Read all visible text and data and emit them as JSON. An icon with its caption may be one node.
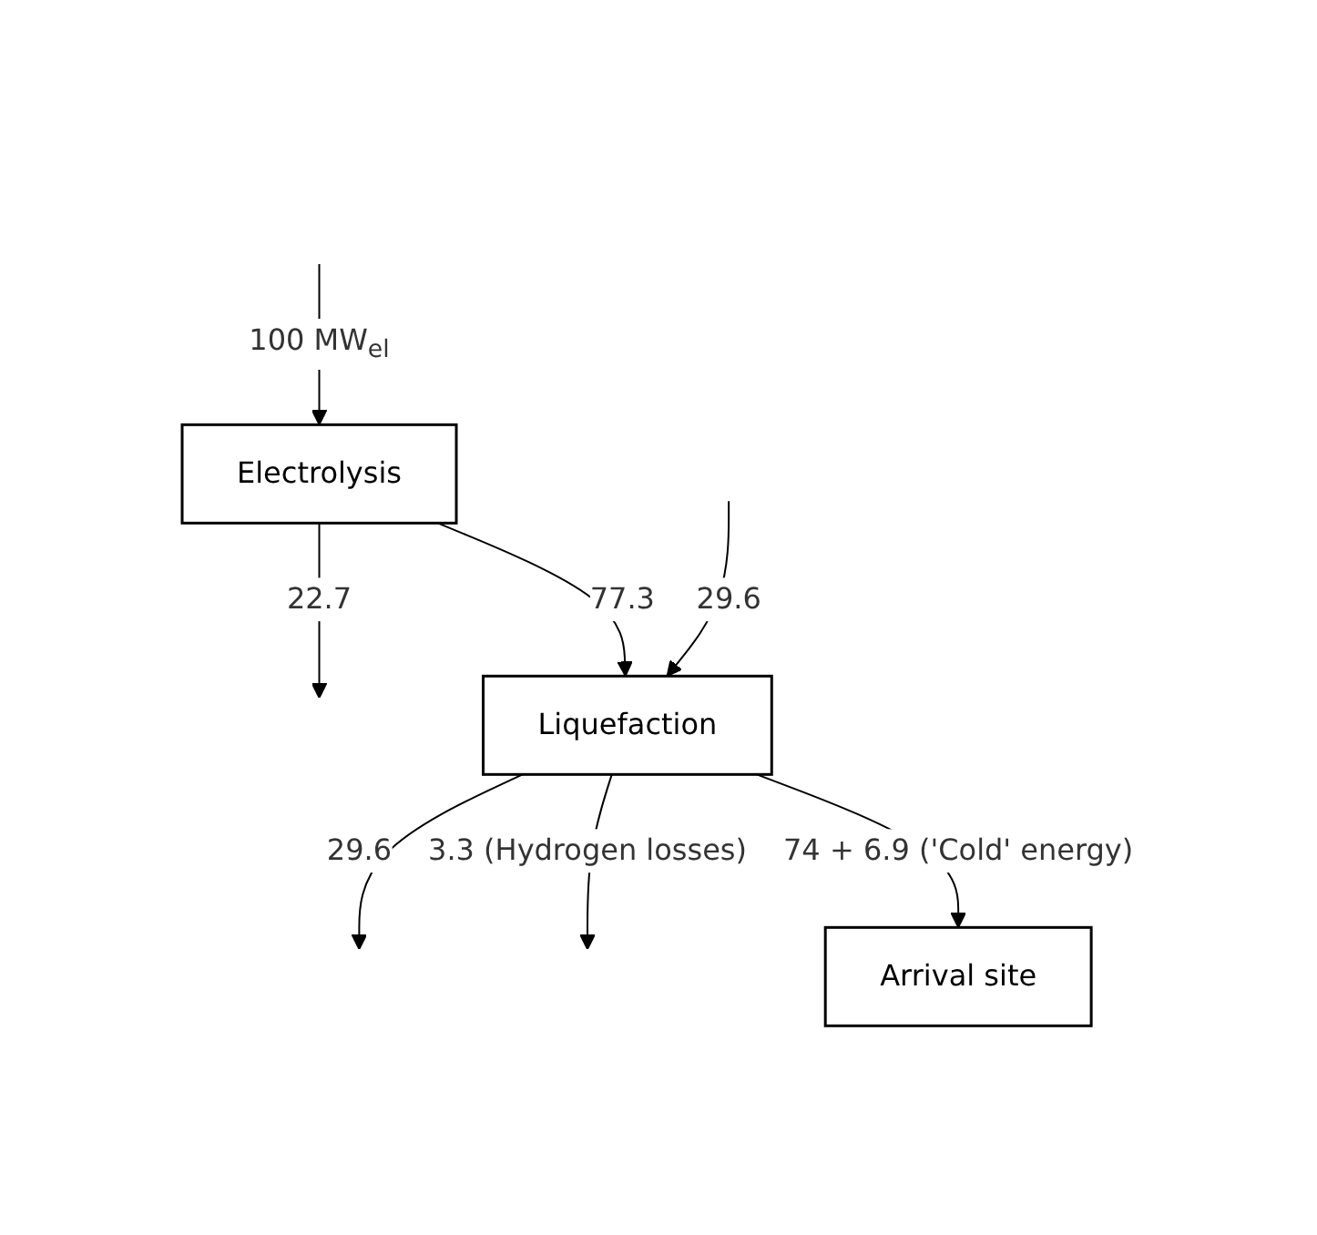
{
  "diagram": {
    "nodes": [
      {
        "text": [
          "Electrolysis"
        ]
      },
      {
        "text": [
          "Liquefaction"
        ]
      },
      {
        "text": [
          "Arrival site"
        ]
      }
    ],
    "edges": [
      {
        "from": null,
        "to": 0,
        "arrow": "to",
        "label": "100 MW$_{el}$"
      },
      {
        "from": 0,
        "to": null,
        "arrow": "to",
        "label": "22.7"
      },
      {
        "from": 0,
        "to": 1,
        "arrow": "to",
        "label": "77.3"
      },
      {
        "from": null,
        "to": 1,
        "arrow": "to",
        "label": "29.6"
      },
      {
        "from": 1,
        "to": null,
        "arrow": "to",
        "label": "29.6"
      },
      {
        "from": 1,
        "to": null,
        "arrow": "to",
        "label": "3.3 (Hydrogen losses)"
      },
      {
        "from": 1,
        "to": 2,
        "arrow": "to",
        "label": "74 + 6.9 ('Cold' energy)"
      }
    ]
  }
}
